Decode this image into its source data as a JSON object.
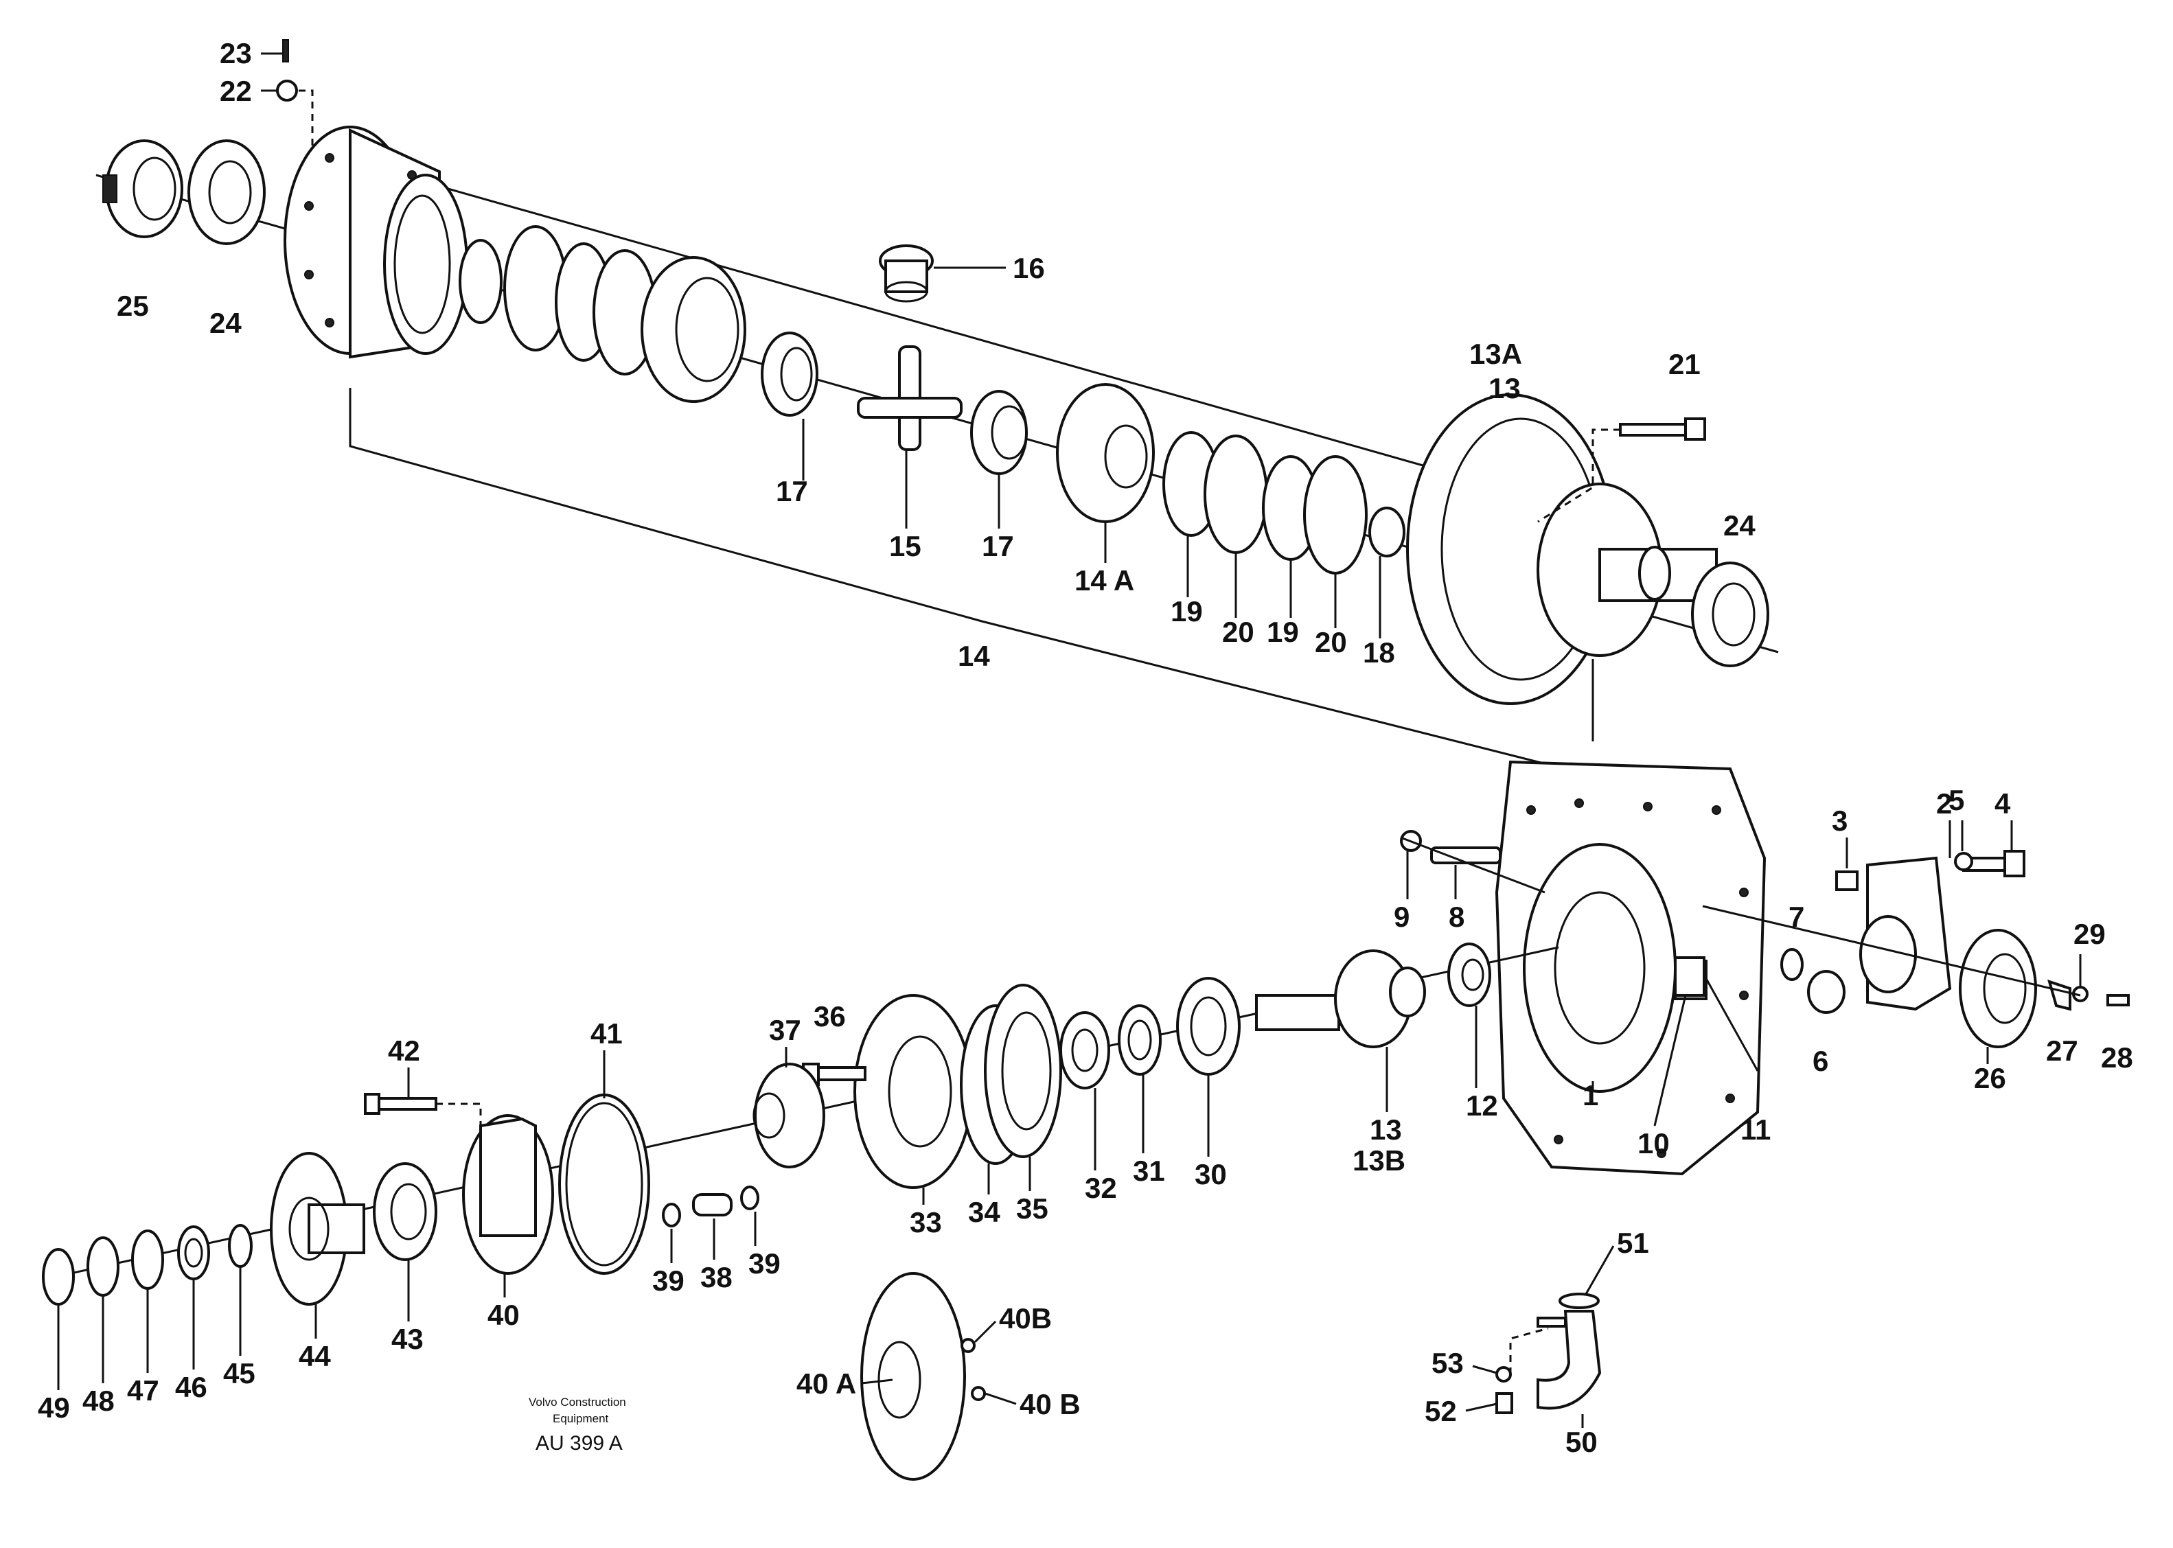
{
  "callouts": {
    "c1": "1",
    "c2": "2",
    "c3": "3",
    "c4": "4",
    "c5": "5",
    "c6": "6",
    "c7": "7",
    "c8": "8",
    "c9": "9",
    "c10": "10",
    "c11": "11",
    "c12": "12",
    "c13a": "13A",
    "c13b": "13",
    "c13c": "13",
    "c13d": "13B",
    "c14": "14",
    "c14a": "14 A",
    "c15": "15",
    "c16": "16",
    "c17a": "17",
    "c17b": "17",
    "c18": "18",
    "c19a": "19",
    "c19b": "19",
    "c20a": "20",
    "c20b": "20",
    "c21": "21",
    "c22": "22",
    "c23": "23",
    "c24a": "24",
    "c24b": "24",
    "c25": "25",
    "c26": "26",
    "c27": "27",
    "c28": "28",
    "c29": "29",
    "c30": "30",
    "c31": "31",
    "c32": "32",
    "c33": "33",
    "c34": "34",
    "c35": "35",
    "c36": "36",
    "c37": "37",
    "c38": "38",
    "c39a": "39",
    "c39b": "39",
    "c40": "40",
    "c40a": "40 A",
    "c40b1": "40B",
    "c40b2": "40 B",
    "c41": "41",
    "c42": "42",
    "c43": "43",
    "c44": "44",
    "c45": "45",
    "c46": "46",
    "c47": "47",
    "c48": "48",
    "c49": "49",
    "c50": "50",
    "c51": "51",
    "c52": "52",
    "c53": "53"
  },
  "footer": {
    "company_line1": "Volvo Construction",
    "company_line2": "Equipment",
    "drawing_ref": "AU 399 A"
  }
}
